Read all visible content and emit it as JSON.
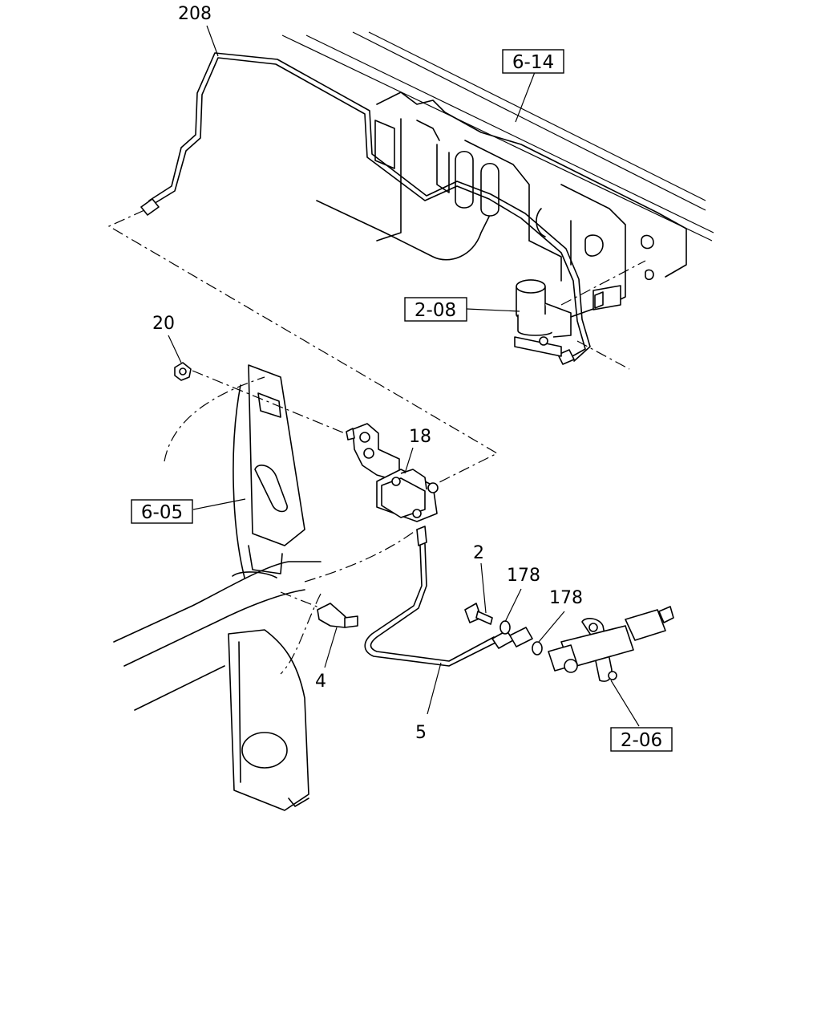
{
  "callouts": {
    "p208": "208",
    "p20": "20",
    "p18": "18",
    "p2": "2",
    "p178a": "178",
    "p178b": "178",
    "p4": "4",
    "p5": "5"
  },
  "refs": {
    "r614": "6-14",
    "r208": "2-08",
    "r605": "6-05",
    "r206": "2-06"
  }
}
